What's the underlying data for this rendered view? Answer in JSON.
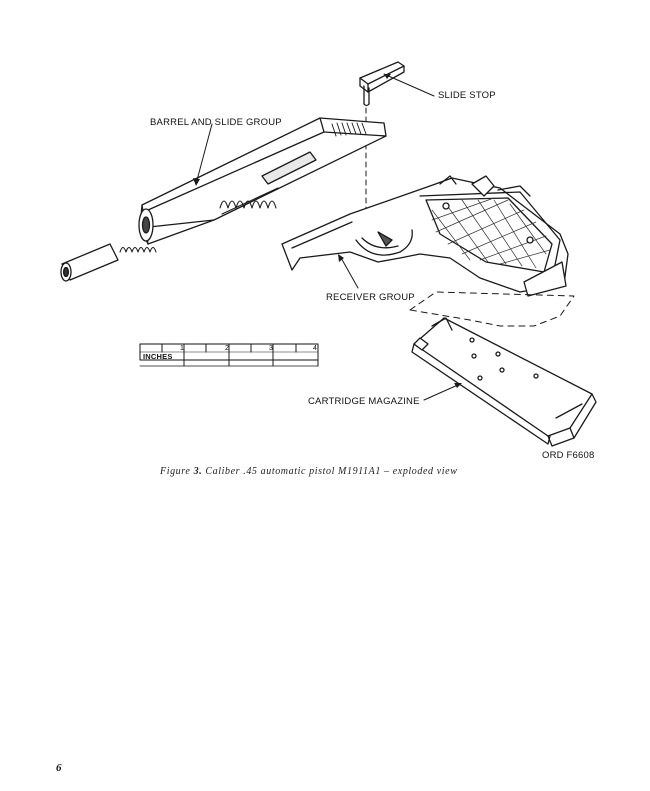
{
  "labels": {
    "slide_stop": "SLIDE STOP",
    "barrel_slide_group": "BARREL AND SLIDE GROUP",
    "receiver_group": "RECEIVER GROUP",
    "cartridge_magazine": "CARTRIDGE MAGAZINE",
    "figure_code": "ORD F6608"
  },
  "scale": {
    "unit": "INCHES",
    "ticks": [
      "1",
      "2",
      "3",
      "4"
    ]
  },
  "caption": {
    "prefix": "Figure",
    "number": "3.",
    "body": "Caliber .45 automatic pistol M1911A1 – exploded view"
  },
  "page_number": "6"
}
